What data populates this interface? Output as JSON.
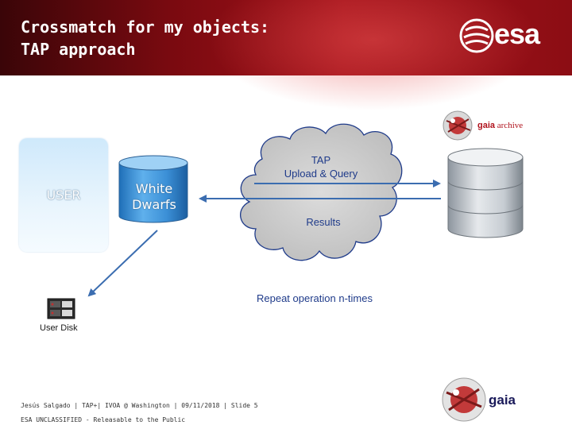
{
  "slide": {
    "title_line1": "Crossmatch for my objects:",
    "title_line2": "TAP approach",
    "esa_logo_text": "esa"
  },
  "diagram": {
    "user_label": "USER",
    "database_label_line1": "White",
    "database_label_line2": "Dwarfs",
    "cloud_line1": "TAP",
    "cloud_line2": "Upload & Query",
    "cloud_results": "Results",
    "repeat_text": "Repeat operation n-times",
    "user_disk_label": "User Disk",
    "gaia_archive_brand": "gaia",
    "gaia_archive_word": "archive"
  },
  "footer": {
    "presenter_line": "Jesús Salgado | TAP+| IVOA @ Washington | 09/11/2018 | Slide  5",
    "classification": "ESA UNCLASSIFIED - Releasable to the Public",
    "gaia_logo_text": "gaia"
  },
  "colors": {
    "header_red": "#a3121a",
    "text_blue": "#1f3b8a",
    "arrow_blue": "#3b6db0"
  }
}
